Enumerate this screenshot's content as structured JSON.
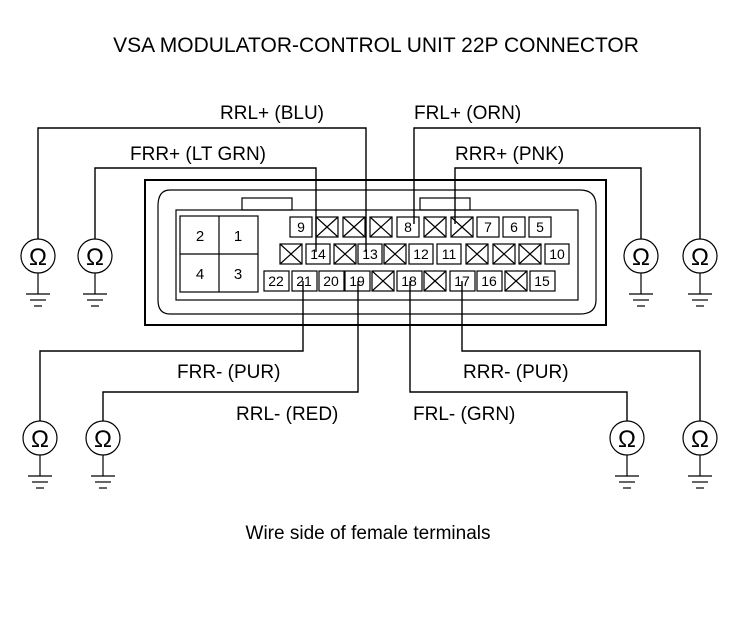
{
  "title": "VSA MODULATOR-CONTROL UNIT 22P CONNECTOR",
  "caption": "Wire side of female terminals",
  "ohm_symbol": "Ω",
  "labels": {
    "rrl_plus": "RRL+ (BLU)",
    "frl_plus": "FRL+ (ORN)",
    "frr_plus": "FRR+ (LT GRN)",
    "rrr_plus": "RRR+ (PNK)",
    "frr_minus": "FRR- (PUR)",
    "rrr_minus": "RRR- (PUR)",
    "rrl_minus": "RRL- (RED)",
    "frl_minus": "FRL- (GRN)"
  },
  "pins": {
    "p1": "1",
    "p2": "2",
    "p3": "3",
    "p4": "4",
    "p5": "5",
    "p6": "6",
    "p7": "7",
    "p8": "8",
    "p9": "9",
    "p10": "10",
    "p11": "11",
    "p12": "12",
    "p13": "13",
    "p14": "14",
    "p15": "15",
    "p16": "16",
    "p17": "17",
    "p18": "18",
    "p19": "19",
    "p20": "20",
    "p21": "21",
    "p22": "22"
  }
}
